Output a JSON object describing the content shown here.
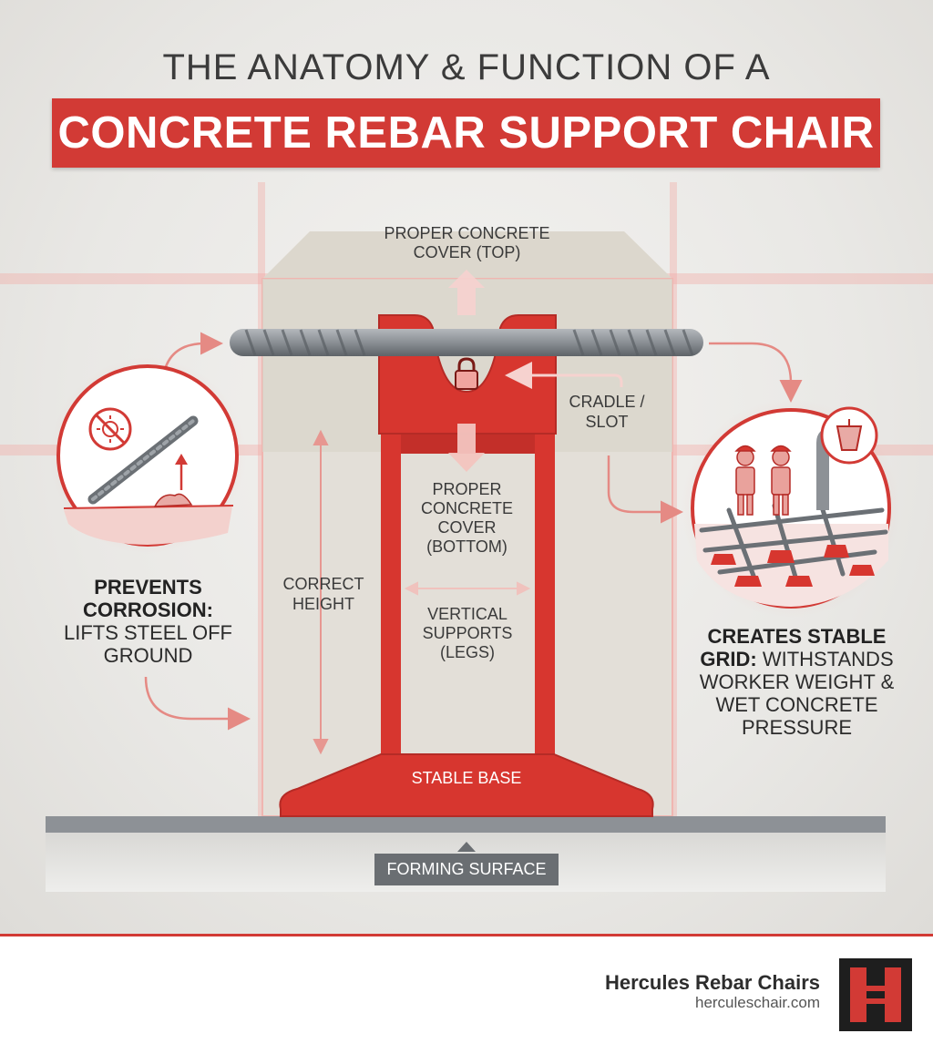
{
  "title": {
    "line1": "THE ANATOMY & FUNCTION OF A",
    "line2": "CONCRETE REBAR SUPPORT CHAIR"
  },
  "labels": {
    "cover_top": "PROPER CONCRETE COVER (TOP)",
    "cradle": "CRADLE / SLOT",
    "cover_bottom": "PROPER CONCRETE COVER (BOTTOM)",
    "correct_height": "CORRECT HEIGHT",
    "vertical_supports": "VERTICAL SUPPORTS (LEGS)",
    "stable_base": "STABLE BASE",
    "forming_surface": "FORMING SURFACE"
  },
  "left_panel": {
    "heading": "PREVENTS CORROSION:",
    "body": "LIFTS STEEL OFF GROUND"
  },
  "right_panel": {
    "heading": "CREATES STABLE GRID:",
    "body": "WITHSTANDS WORKER WEIGHT & WET CONCRETE PRESSURE"
  },
  "footer": {
    "brand": "Hercules Rebar Chairs",
    "url": "herculeschair.com"
  },
  "icons": {
    "lock": "lock-icon",
    "no_corrosion": "no-corrosion-icon",
    "workers": "worker-icon",
    "concrete_bucket": "concrete-bucket-icon",
    "logo": "hercules-logo"
  },
  "colors": {
    "accent_red": "#d23a35",
    "dark_gray": "#6a6e72",
    "background": "#ecebe9"
  }
}
